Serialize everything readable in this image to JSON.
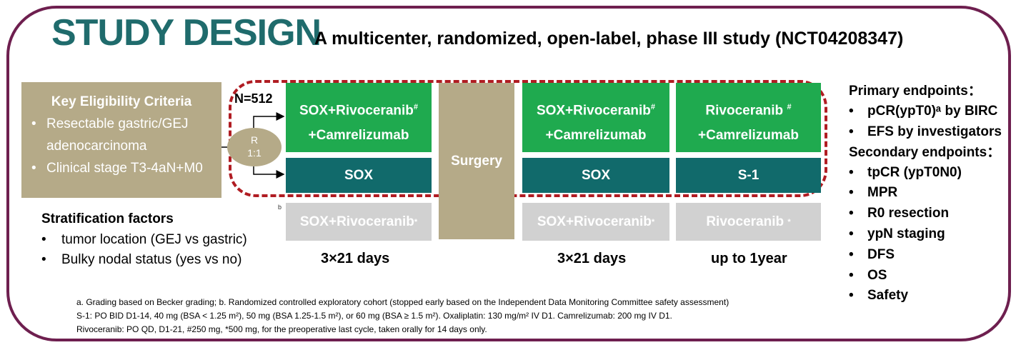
{
  "title": "STUDY DESIGN",
  "subtitle": "A multicenter, randomized, open-label, phase III study (NCT04208347)",
  "eligibility": {
    "header": "Key Eligibility Criteria",
    "items": [
      "Resectable gastric/GEJ",
      "adenocarcinoma",
      "Clinical stage T3-4aN+M0"
    ]
  },
  "n": "N=512",
  "randomization": {
    "line1": "R",
    "line2": "1:1"
  },
  "arms": {
    "neo_exp": {
      "line1": "SOX+Rivoceranib",
      "mark": "#",
      "line2": "+Camrelizumab"
    },
    "neo_ctrl": "SOX",
    "surgery": "Surgery",
    "adj_exp": {
      "line1": "SOX+Rivoceranib",
      "mark": "#",
      "line2": "+Camrelizumab"
    },
    "adj_ctrl": "SOX",
    "maint_exp": {
      "line1": "Rivoceranib",
      "mark": "#",
      "line2": "+Camrelizumab"
    },
    "maint_ctrl": "S-1",
    "explor_label": "b",
    "explor_neo": {
      "text": "SOX+Rivoceranib",
      "mark": "*"
    },
    "explor_adj": {
      "text": "SOX+Rivoceranib",
      "mark": "*"
    },
    "explor_maint": {
      "text": "Rivoceranib",
      "mark": "*"
    }
  },
  "durations": [
    "3×21 days",
    "3×21 days",
    "up to 1year"
  ],
  "stratification": {
    "header": "Stratification factors",
    "items": [
      "tumor location (GEJ vs gastric)",
      "Bulky nodal status (yes vs no)"
    ]
  },
  "endpoints": {
    "primary_header": "Primary endpoints：",
    "primary": [
      "pCR(ypT0)ᵃ by BIRC",
      "EFS by investigators"
    ],
    "secondary_header": "Secondary endpoints：",
    "secondary": [
      "tpCR (ypT0N0)",
      "MPR",
      "R0 resection",
      "ypN staging",
      "DFS",
      "OS",
      "Safety"
    ]
  },
  "footnotes": [
    "a. Grading based on Becker grading; b. Randomized controlled exploratory cohort (stopped early based on the Independent Data Monitoring Committee safety assessment)",
    "S-1: PO BID D1-14, 40 mg (BSA < 1.25 m²), 50 mg (BSA 1.25-1.5 m²), or 60 mg (BSA ≥ 1.5 m²). Oxaliplatin: 130 mg/m² IV D1. Camrelizumab: 200 mg IV D1.",
    "Rivoceranib: PO QD, D1-21,  #250 mg, *500 mg, for the preoperative last cycle, taken orally for 14 days only."
  ],
  "bullet": "•",
  "colors": {
    "frame": "#6e1f4f",
    "title": "#1f6b6c",
    "green": "#1faa4f",
    "teal": "#116a6b",
    "tan": "#b5aa88",
    "gray": "#d1d1d1",
    "dash": "#b01c22"
  }
}
